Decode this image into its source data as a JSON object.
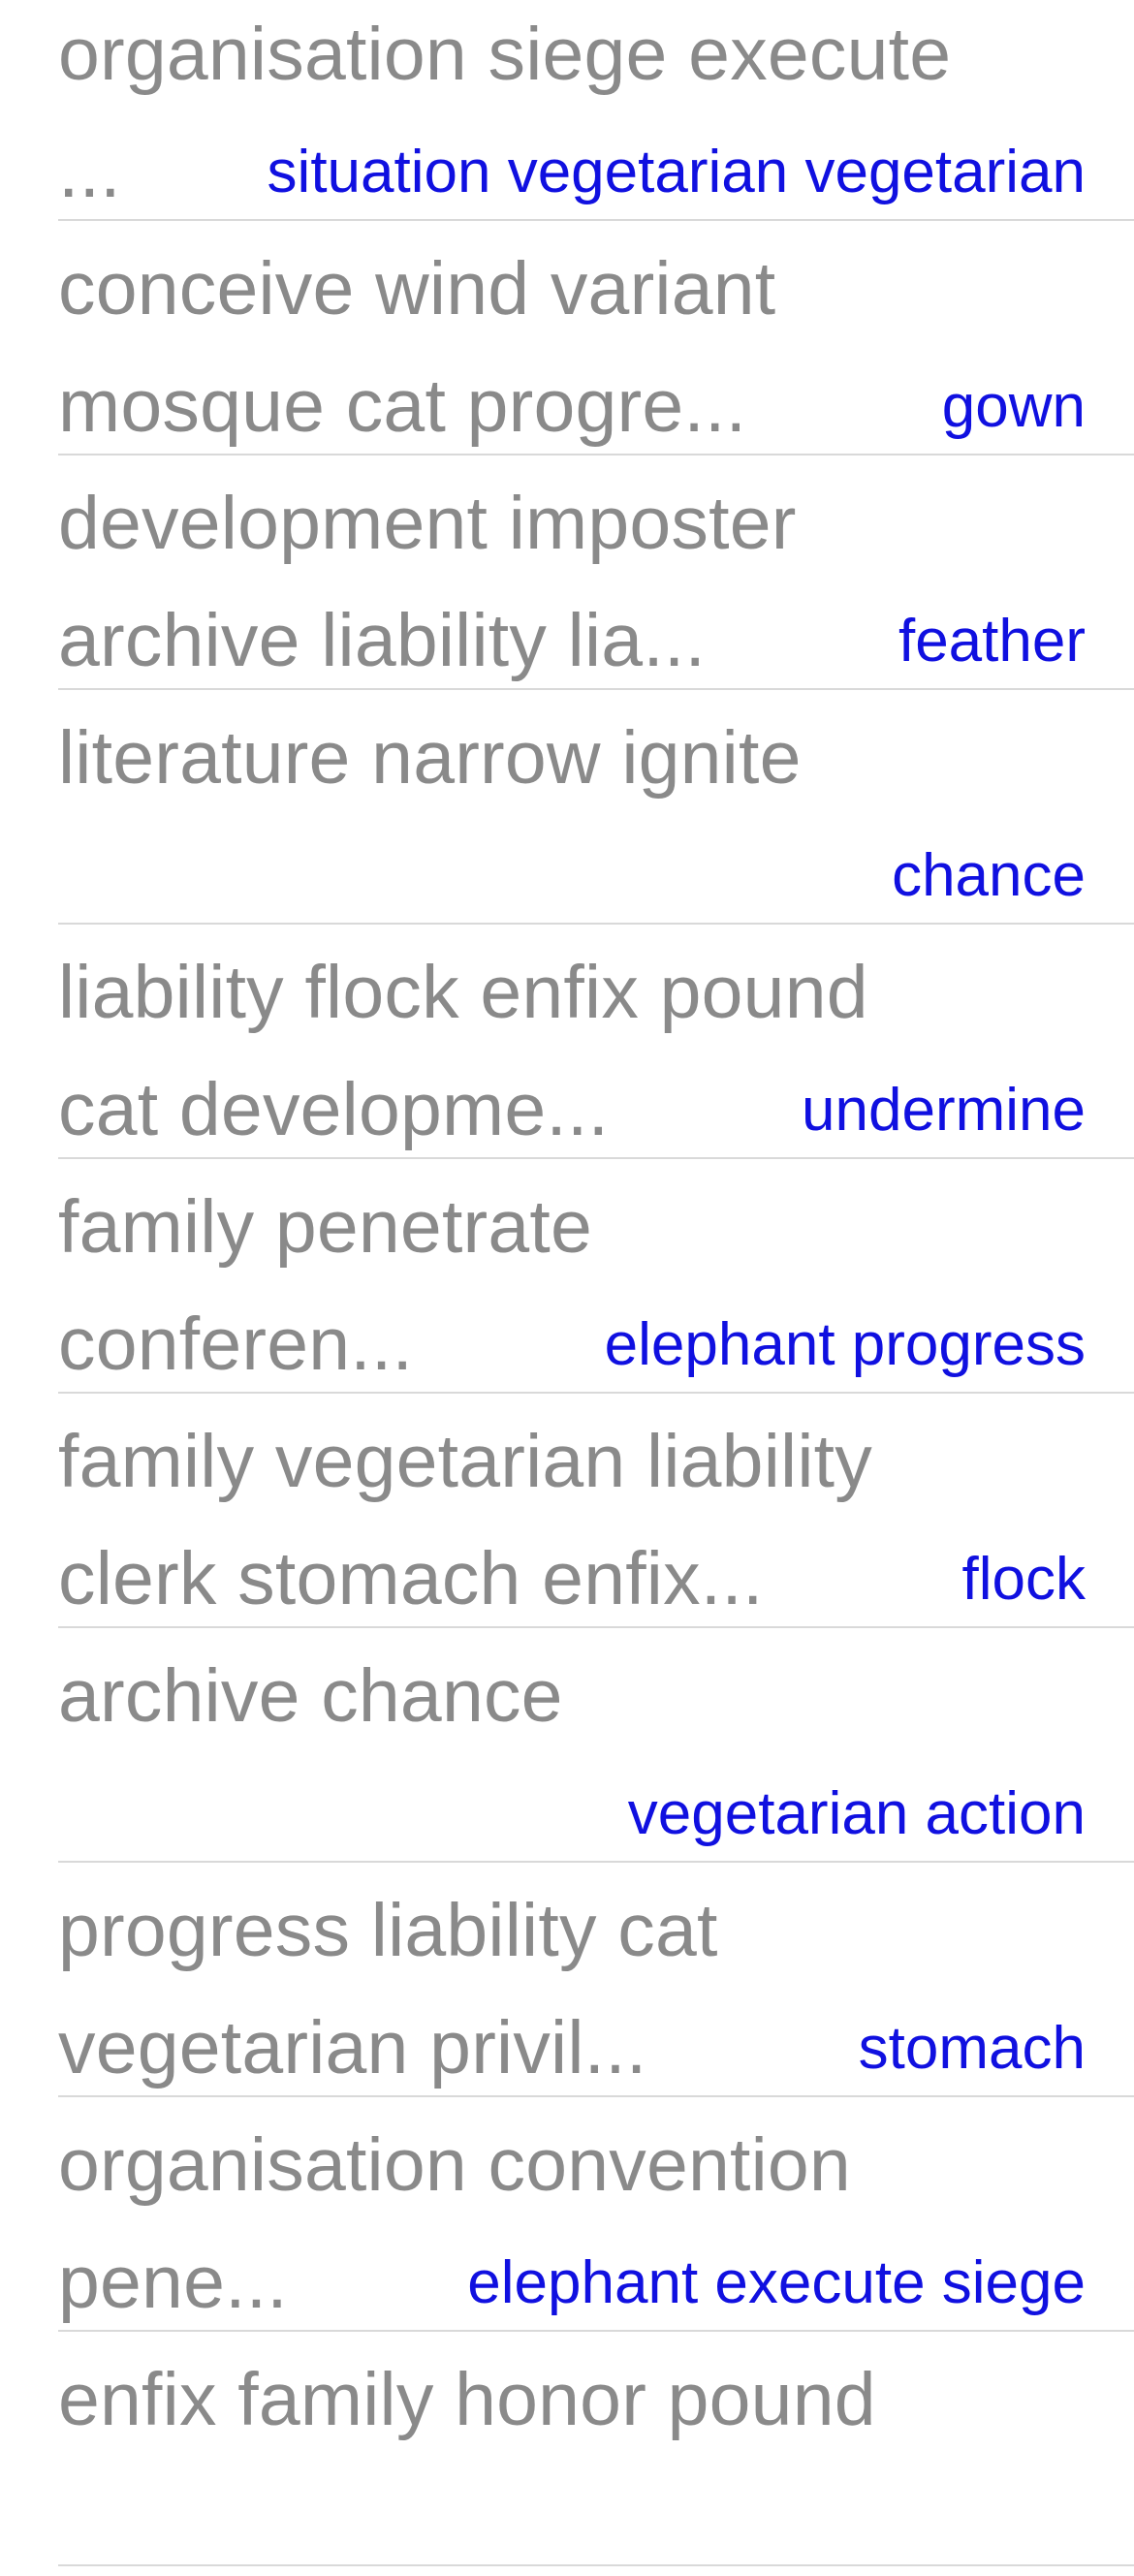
{
  "list": {
    "rows": [
      {
        "line1": "organisation siege execute",
        "line2": "...",
        "detail": "situation vegetarian vegetarian"
      },
      {
        "line1": "conceive wind variant",
        "line2": "mosque cat progre...",
        "detail": "gown"
      },
      {
        "line1": "development imposter",
        "line2": "archive liability lia...",
        "detail": "feather"
      },
      {
        "line1": "literature narrow ignite",
        "line2": "",
        "detail": "chance"
      },
      {
        "line1": "liability flock enfix pound",
        "line2": "cat developme...",
        "detail": "undermine"
      },
      {
        "line1": "family penetrate",
        "line2": "conferen...",
        "detail": "elephant progress"
      },
      {
        "line1": "family vegetarian liability",
        "line2": "clerk stomach enfix...",
        "detail": "flock"
      },
      {
        "line1": "archive chance",
        "line2": "",
        "detail": "vegetarian action"
      },
      {
        "line1": "progress liability cat",
        "line2": "vegetarian privil...",
        "detail": "stomach"
      },
      {
        "line1": "organisation convention",
        "line2": "pene...",
        "detail": "elephant execute siege"
      },
      {
        "line1": "enfix family honor pound",
        "line2": "",
        "detail": ""
      }
    ]
  },
  "colors": {
    "title_text": "#8a8a8a",
    "detail_text": "#1010e0",
    "separator": "#d9d9d9",
    "background": "#ffffff"
  }
}
